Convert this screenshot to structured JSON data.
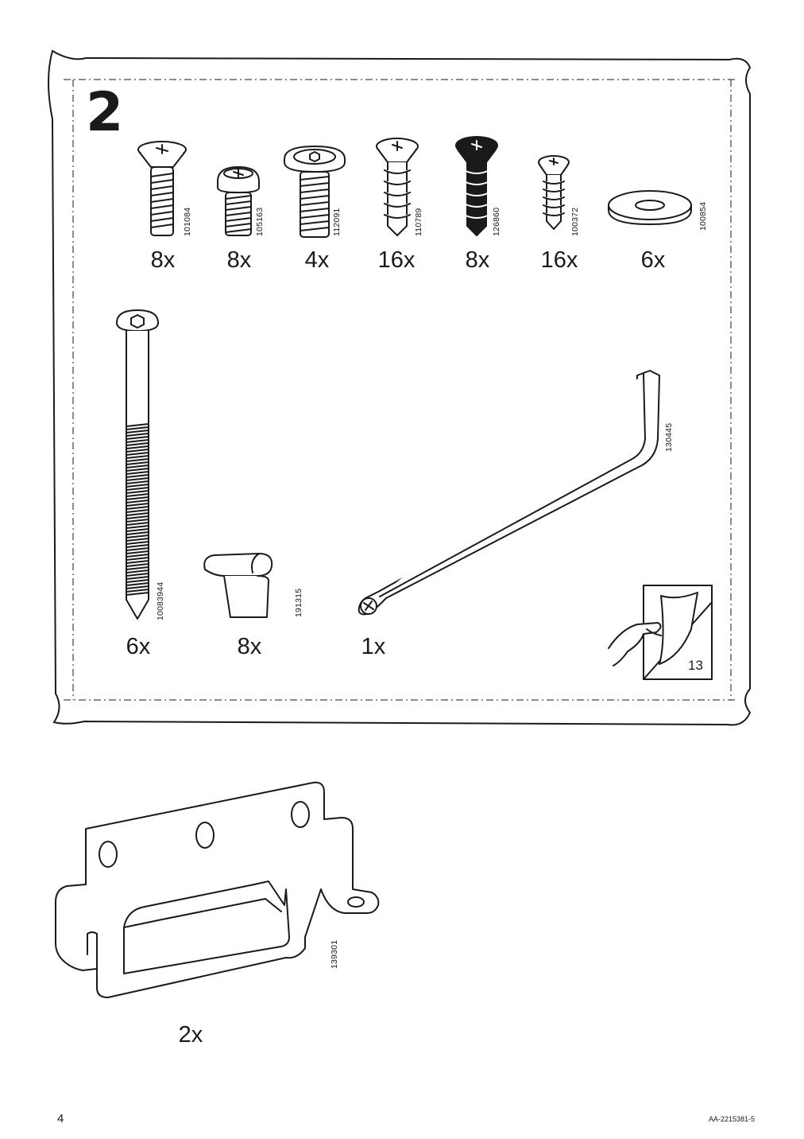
{
  "step": {
    "number": "2"
  },
  "parts": [
    {
      "code": "101084",
      "qty": "8x"
    },
    {
      "code": "105163",
      "qty": "8x"
    },
    {
      "code": "112091",
      "qty": "4x"
    },
    {
      "code": "110789",
      "qty": "16x"
    },
    {
      "code": "126860",
      "qty": "8x"
    },
    {
      "code": "100372",
      "qty": "16x"
    },
    {
      "code": "100854",
      "qty": "6x"
    },
    {
      "code": "10083944",
      "qty": "6x"
    },
    {
      "code": "191315",
      "qty": "8x"
    },
    {
      "code": "130445",
      "qty": "1x"
    },
    {
      "code": "139301",
      "qty": "2x"
    }
  ],
  "page_reference": {
    "number": "13"
  },
  "footer": {
    "page_number": "4",
    "document_id": "AA-2215381-5"
  }
}
